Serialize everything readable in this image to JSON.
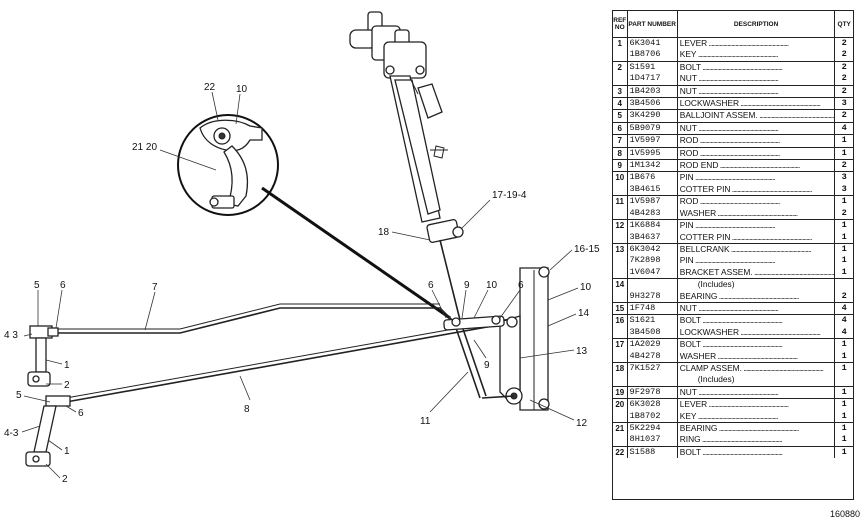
{
  "callouts": {
    "c22": "22",
    "c10a": "10",
    "c21_20": "21 20",
    "c17_19_4": "17-19-4",
    "c18": "18",
    "c16_15": "16-15",
    "c5a": "5",
    "c6a": "6",
    "c7": "7",
    "c4_3a": "4 3",
    "c1a": "1",
    "c2a": "2",
    "c5b": "5",
    "c6b": "6",
    "c8": "8",
    "c4_3b": "4-3",
    "c1b": "1",
    "c2b": "2",
    "c6c": "6",
    "c9a": "9",
    "c10b": "10",
    "c6d": "6",
    "c10c": "10",
    "c14": "14",
    "c9b": "9",
    "c13": "13",
    "c11": "11",
    "c12": "12"
  },
  "table": {
    "headers": {
      "ref": "REF NO",
      "part": "PART NUMBER",
      "desc": "DESCRIPTION",
      "qty": "QTY"
    },
    "rows": [
      {
        "ref": "1",
        "part": "6K3041",
        "desc": "LEVER",
        "qty": "2",
        "sep": true
      },
      {
        "ref": "",
        "part": "1B8706",
        "desc": "KEY",
        "qty": "2"
      },
      {
        "ref": "2",
        "part": "S1591",
        "desc": "BOLT",
        "qty": "2",
        "sep": true
      },
      {
        "ref": "",
        "part": "1D4717",
        "desc": "NUT",
        "qty": "2"
      },
      {
        "ref": "3",
        "part": "1B4203",
        "desc": "NUT",
        "qty": "2",
        "sep": true
      },
      {
        "ref": "4",
        "part": "3B4506",
        "desc": "LOCKWASHER",
        "qty": "3",
        "sep": true
      },
      {
        "ref": "5",
        "part": "3K4290",
        "desc": "BALLJOINT ASSEM.",
        "qty": "2",
        "sep": true
      },
      {
        "ref": "6",
        "part": "5B9079",
        "desc": "NUT",
        "qty": "4",
        "sep": true
      },
      {
        "ref": "7",
        "part": "1V5997",
        "desc": "ROD",
        "qty": "1",
        "sep": true
      },
      {
        "ref": "8",
        "part": "1V5995",
        "desc": "ROD",
        "qty": "1",
        "sep": true
      },
      {
        "ref": "9",
        "part": "1M1342",
        "desc": "ROD END",
        "qty": "2",
        "sep": true
      },
      {
        "ref": "10",
        "part": "1B676",
        "desc": "PIN",
        "qty": "3",
        "sep": true
      },
      {
        "ref": "",
        "part": "3B4615",
        "desc": "COTTER PIN",
        "qty": "3"
      },
      {
        "ref": "11",
        "part": "1V5987",
        "desc": "ROD",
        "qty": "1",
        "sep": true
      },
      {
        "ref": "",
        "part": "4B4283",
        "desc": "WASHER",
        "qty": "2"
      },
      {
        "ref": "12",
        "part": "1K6884",
        "desc": "PIN",
        "qty": "1",
        "sep": true
      },
      {
        "ref": "",
        "part": "3B4637",
        "desc": "COTTER PIN",
        "qty": "1"
      },
      {
        "ref": "13",
        "part": "6K3042",
        "desc": "BELLCRANK",
        "qty": "1",
        "sep": true
      },
      {
        "ref": "",
        "part": "7K2898",
        "desc": "PIN",
        "qty": "1"
      },
      {
        "ref": "",
        "part": "1V6047",
        "desc": "BRACKET ASSEM.",
        "qty": "1"
      },
      {
        "ref": "14",
        "part": "",
        "desc": "(Includes)",
        "qty": "",
        "sep": true
      },
      {
        "ref": "",
        "part": "9H3278",
        "desc": "BEARING",
        "qty": "2"
      },
      {
        "ref": "15",
        "part": "1F748",
        "desc": "NUT",
        "qty": "4",
        "sep": true
      },
      {
        "ref": "16",
        "part": "S1621",
        "desc": "BOLT",
        "qty": "4",
        "sep": true
      },
      {
        "ref": "",
        "part": "3B4508",
        "desc": "LOCKWASHER",
        "qty": "4"
      },
      {
        "ref": "17",
        "part": "1A2029",
        "desc": "BOLT",
        "qty": "1",
        "sep": true
      },
      {
        "ref": "",
        "part": "4B4278",
        "desc": "WASHER",
        "qty": "1"
      },
      {
        "ref": "18",
        "part": "7K1527",
        "desc": "CLAMP ASSEM.",
        "qty": "1",
        "sep": true
      },
      {
        "ref": "",
        "part": "",
        "desc": "(Includes)",
        "qty": ""
      },
      {
        "ref": "19",
        "part": "9F2978",
        "desc": "NUT",
        "qty": "1",
        "sep": true
      },
      {
        "ref": "20",
        "part": "6K3028",
        "desc": "LEVER",
        "qty": "1",
        "sep": true
      },
      {
        "ref": "",
        "part": "1B8702",
        "desc": "KEY",
        "qty": "1"
      },
      {
        "ref": "21",
        "part": "5K2294",
        "desc": "BEARING",
        "qty": "1",
        "sep": true
      },
      {
        "ref": "",
        "part": "8H1037",
        "desc": "RING",
        "qty": "1"
      },
      {
        "ref": "22",
        "part": "S1588",
        "desc": "BOLT",
        "qty": "1",
        "sep": true
      }
    ]
  },
  "drawing_number": "160880"
}
